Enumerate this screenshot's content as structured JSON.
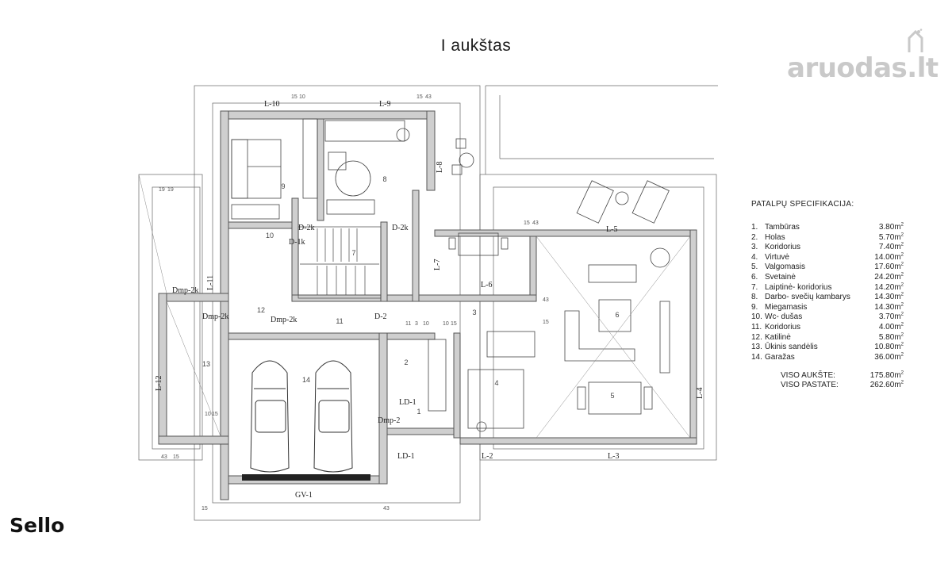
{
  "header": {
    "title": "I aukštas"
  },
  "watermark": {
    "text": "aruodas.lt"
  },
  "brand": {
    "name": "Sello"
  },
  "spec": {
    "title": "PATALPŲ SPECIFIKACIJA:",
    "unit": "m",
    "unit_exp": "2",
    "rooms": [
      {
        "no": "1.",
        "name": "Tambūras",
        "area": "3.80"
      },
      {
        "no": "2.",
        "name": "Holas",
        "area": "5.70"
      },
      {
        "no": "3.",
        "name": "Koridorius",
        "area": "7.40"
      },
      {
        "no": "4.",
        "name": "Virtuvė",
        "area": "14.00"
      },
      {
        "no": "5.",
        "name": "Valgomasis",
        "area": "17.60"
      },
      {
        "no": "6.",
        "name": "Svetainė",
        "area": "24.20"
      },
      {
        "no": "7.",
        "name": "Laiptinė- koridorius",
        "area": "14.20"
      },
      {
        "no": "8.",
        "name": "Darbo- svečių kambarys",
        "area": "14.30"
      },
      {
        "no": "9.",
        "name": "Miegamasis",
        "area": "14.30"
      },
      {
        "no": "10.",
        "name": "Wc- dušas",
        "area": "3.70"
      },
      {
        "no": "11.",
        "name": "Koridorius",
        "area": "4.00"
      },
      {
        "no": "12.",
        "name": "Katilinė",
        "area": "5.80"
      },
      {
        "no": "13.",
        "name": "Ūkinis sandėlis",
        "area": "10.80"
      },
      {
        "no": "14.",
        "name": "Garažas",
        "area": "36.00"
      }
    ],
    "totals": [
      {
        "label": "VISO AUKŠTE:",
        "area": "175.80"
      },
      {
        "label": "VISO PASTATE:",
        "area": "262.60"
      }
    ]
  },
  "plan_labels": {
    "windows": [
      "L-10",
      "L-9",
      "L-8",
      "L-7",
      "L-6",
      "L-5",
      "L-4",
      "L-3",
      "L-2",
      "L-12",
      "L-11",
      "LD-1",
      "LD-1",
      "GV-1"
    ],
    "doors": [
      "D-2k",
      "D-1k",
      "D-2k",
      "D-2",
      "Dmp-2k",
      "Dmp-2k",
      "Dmp-2k",
      "Dmp-2"
    ],
    "room_numbers": [
      "1",
      "2",
      "3",
      "4",
      "5",
      "6",
      "7",
      "8",
      "9",
      "10",
      "11",
      "12",
      "13",
      "14"
    ],
    "dimensions": [
      "15",
      "10",
      "15",
      "43",
      "19",
      "19",
      "43",
      "15",
      "10",
      "15",
      "15",
      "43",
      "11",
      "3",
      "10",
      "10",
      "15",
      "15",
      "43",
      "15",
      "43"
    ],
    "colors": {
      "wall": "#7a7a7a",
      "wall_fill": "#c8c8c8",
      "line": "#333333",
      "dim": "#555555"
    }
  }
}
